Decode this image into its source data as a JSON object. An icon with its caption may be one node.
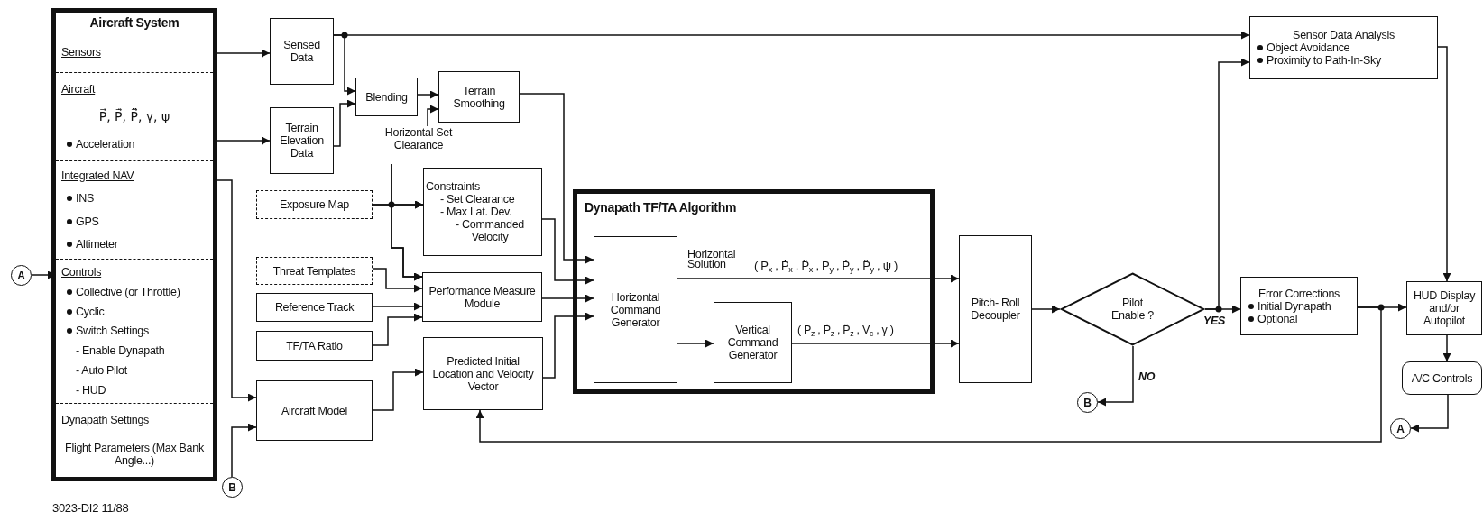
{
  "diagram": {
    "nodes": [
      {
        "text": [
          "Aircraft System"
        ]
      },
      {
        "text": [
          "Sensors"
        ],
        "in": 0
      },
      {
        "text": [
          "Aircraft",
          "P⃗, P⃗̇, P⃗̈, γ, ψ",
          "Acceleration"
        ],
        "in": 0
      },
      {
        "text": [
          "Integrated NAV",
          "INS",
          "GPS",
          "Altimeter"
        ],
        "in": 0
      },
      {
        "text": [
          "Controls",
          "Collective (or Throttle)",
          "Cyclic",
          "Switch Settings",
          "- Enable Dynapath",
          "- Auto Pilot",
          "- HUD"
        ],
        "in": 0
      },
      {
        "text": [
          "Dynapath Settings",
          "Flight Parameters (Max Bank Angle...)"
        ],
        "in": 0
      },
      {
        "text": [
          "Sensed Data"
        ]
      },
      {
        "text": [
          "Terrain Elevation Data"
        ]
      },
      {
        "text": [
          "Blending"
        ]
      },
      {
        "text": [
          "Terrain Smoothing"
        ]
      },
      {
        "text": [
          "Horizontal Set Clearance"
        ]
      },
      {
        "text": [
          "Constraints",
          "- Set Clearance",
          "- Max Lat. Dev.",
          "- Commanded Velocity"
        ]
      },
      {
        "text": [
          "Exposure Map"
        ]
      },
      {
        "text": [
          "Threat Templates"
        ]
      },
      {
        "text": [
          "Reference Track"
        ]
      },
      {
        "text": [
          "TF/TA Ratio"
        ]
      },
      {
        "text": [
          "Performance Measure Module"
        ]
      },
      {
        "text": [
          "Predicted Initial Location and Velocity Vector"
        ]
      },
      {
        "text": [
          "Aircraft Model"
        ]
      },
      {
        "text": [
          "Dynapath TF/TA Algorithm"
        ]
      },
      {
        "text": [
          "Horizontal Command Generator"
        ],
        "in": 19
      },
      {
        "text": [
          "Vertical Command Generator"
        ],
        "in": 19
      },
      {
        "text": [
          "Pitch- Roll Decoupler"
        ]
      },
      {
        "text": [
          "Pilot Enable ?"
        ]
      },
      {
        "text": [
          "Sensor Data Analysis",
          "Object Avoidance",
          "Proximity to Path-In-Sky"
        ]
      },
      {
        "text": [
          "Error Corrections",
          "Initial Dynapath",
          "Optional"
        ]
      },
      {
        "text": [
          "HUD Display and/or Autopilot"
        ]
      },
      {
        "text": [
          "A/C Controls"
        ]
      },
      {
        "text": [
          "A"
        ]
      },
      {
        "text": [
          "B"
        ]
      },
      {
        "text": [
          "B"
        ]
      },
      {
        "text": [
          "A"
        ]
      }
    ],
    "edges": [
      {
        "from": 1,
        "to": 6,
        "arrow": "to"
      },
      {
        "from": 2,
        "to": 7,
        "arrow": "to"
      },
      {
        "from": 6,
        "to": 8,
        "arrow": "to"
      },
      {
        "from": 6,
        "to": 24,
        "arrow": "to"
      },
      {
        "from": 7,
        "to": 8,
        "arrow": "to"
      },
      {
        "from": 8,
        "to": 9,
        "arrow": "to"
      },
      {
        "from": 10,
        "to": 9,
        "arrow": "to"
      },
      {
        "from": 10,
        "to": 11,
        "arrow": "to"
      },
      {
        "from": 12,
        "to": 11,
        "arrow": "to"
      },
      {
        "from": 12,
        "to": 16,
        "arrow": "to"
      },
      {
        "from": 10,
        "to": 16,
        "arrow": "to"
      },
      {
        "from": 13,
        "to": 16,
        "arrow": "to"
      },
      {
        "from": 14,
        "to": 16,
        "arrow": "to"
      },
      {
        "from": 15,
        "to": 16,
        "arrow": "to"
      },
      {
        "from": 3,
        "to": 18,
        "arrow": "to"
      },
      {
        "from": 29,
        "to": 18,
        "arrow": "to"
      },
      {
        "from": 18,
        "to": 17,
        "arrow": "to"
      },
      {
        "from": 9,
        "to": 20,
        "arrow": "to"
      },
      {
        "from": 11,
        "to": 20,
        "arrow": "to"
      },
      {
        "from": 16,
        "to": 20,
        "arrow": "to"
      },
      {
        "from": 17,
        "to": 20,
        "arrow": "to"
      },
      {
        "from": 25,
        "to": 17,
        "arrow": "to"
      },
      {
        "from": 20,
        "to": 22,
        "arrow": "to",
        "label": "Horizontal Solution"
      },
      {
        "from": 20,
        "to": 21,
        "arrow": "to"
      },
      {
        "from": 21,
        "to": 22,
        "arrow": "to",
        "label": "( P$_{z}$ , Ṗ$_{z}$ , P̈$_{z}$ , V$_{c}$ , γ )"
      },
      {
        "from": 22,
        "to": 23,
        "arrow": "to"
      },
      {
        "from": 23,
        "to": 25,
        "arrow": "to",
        "label": "YES"
      },
      {
        "from": 23,
        "to": 24,
        "arrow": "to"
      },
      {
        "from": 23,
        "to": 30,
        "arrow": "to",
        "label": "NO"
      },
      {
        "from": 25,
        "to": 26,
        "arrow": "to"
      },
      {
        "from": 24,
        "to": 26,
        "arrow": "to"
      },
      {
        "from": 26,
        "to": 27,
        "arrow": "to"
      },
      {
        "from": 27,
        "to": 31,
        "arrow": "to"
      },
      {
        "from": 28,
        "to": 4,
        "arrow": "to"
      }
    ],
    "labels": [
      "( P$_{x}$ , Ṗ$_{x}$ , P̈$_{x}$ , P$_{y}$ , Ṗ$_{y}$ , P̈$_{y}$ , ψ )",
      "3023-DI2 11/88"
    ]
  }
}
